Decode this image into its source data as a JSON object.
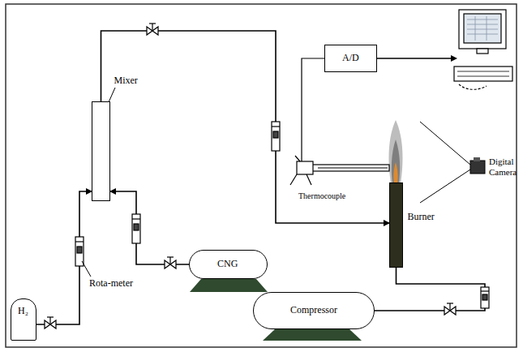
{
  "diagram": {
    "nodes": [
      {
        "text": [
          "A/D"
        ]
      },
      {
        "text": [
          "Mixer"
        ]
      },
      {
        "text": [
          "Burner"
        ]
      },
      {
        "text": [
          "H₂"
        ]
      },
      {
        "text": [
          "CNG"
        ]
      },
      {
        "text": [
          "Compressor"
        ]
      }
    ],
    "edges": [
      {
        "from": 3,
        "to": 1,
        "arrow": "to"
      },
      {
        "from": 4,
        "to": 1,
        "arrow": "to"
      },
      {
        "from": 1,
        "to": 2,
        "arrow": "to"
      },
      {
        "from": 5,
        "to": 2,
        "arrow": "none"
      }
    ],
    "labels": [
      "Thermocouple",
      "Rota-meter",
      "Digital Camera"
    ]
  }
}
